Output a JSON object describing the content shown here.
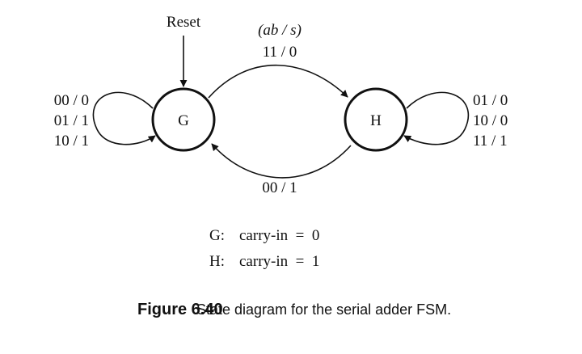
{
  "states": [
    {
      "id": "G",
      "label": "G"
    },
    {
      "id": "H",
      "label": "H"
    }
  ],
  "reset_label": "Reset",
  "io_legend": "(ab / s)",
  "transitions": {
    "g_to_h": "11 / 0",
    "h_to_g": "00 / 1",
    "g_self": [
      "00 / 0",
      "01 / 1",
      "10 / 1"
    ],
    "h_self": [
      "01 / 0",
      "10 / 0",
      "11 / 1"
    ]
  },
  "notes": [
    {
      "state": "G:",
      "text": "carry-in  =  0"
    },
    {
      "state": "H:",
      "text": "carry-in  =  1"
    }
  ],
  "caption": {
    "number": "Figure 6.40",
    "text": "State diagram for the serial adder FSM."
  }
}
